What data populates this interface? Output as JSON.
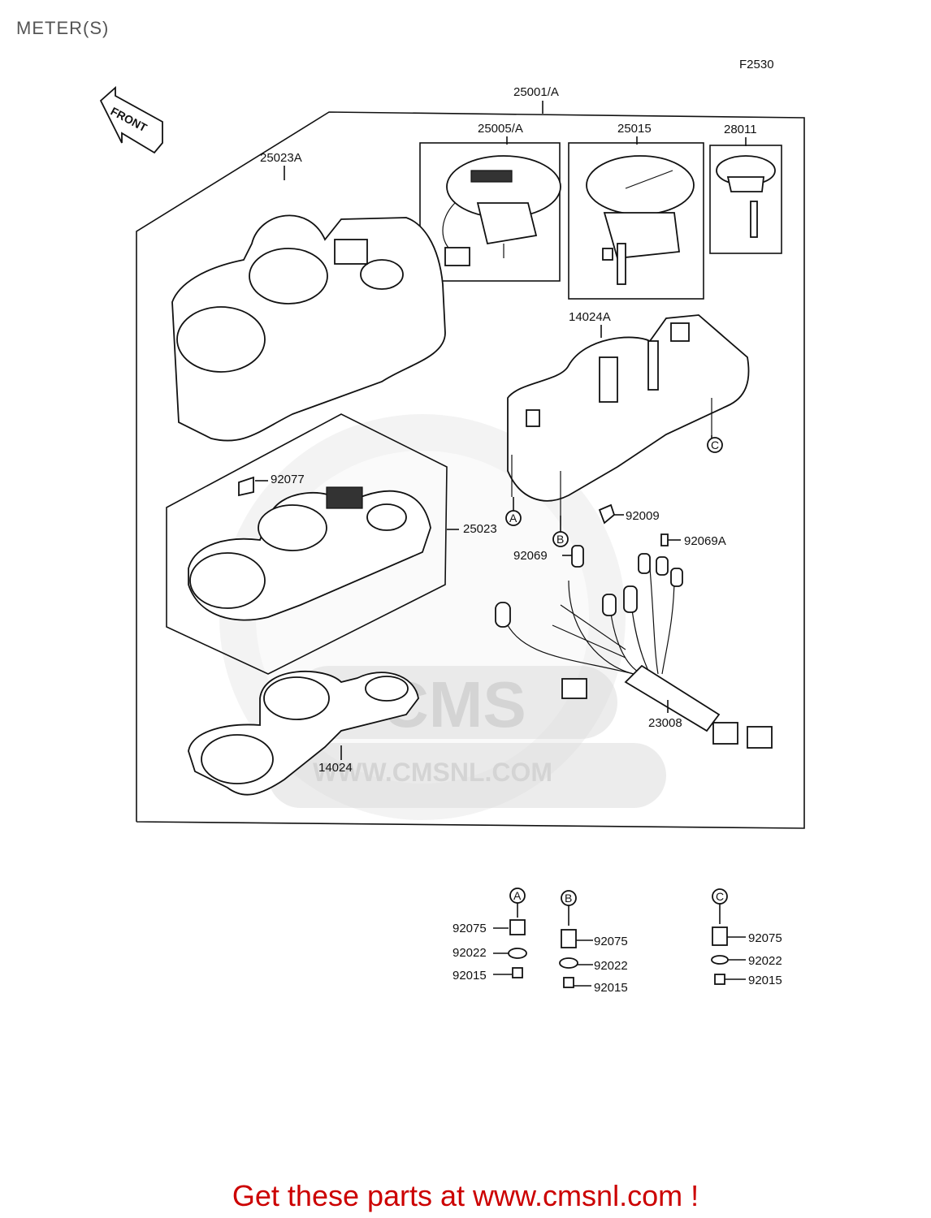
{
  "header": {
    "title": "METER(S)"
  },
  "diagram": {
    "figure_code": "F2530",
    "front_label": "FRONT",
    "part_numbers": {
      "assembly": "25001/A",
      "speedometer": "25005/A",
      "tachometer": "25015",
      "temp_gauge": "28011",
      "meter_cover": "25023A",
      "meter_case": "14024A",
      "lens_cover": "25023",
      "nut": "92077",
      "panel": "14024",
      "screw": "92009",
      "bulb_socket": "92069",
      "bulb_socket_a": "92069A",
      "harness": "23008"
    },
    "refs": {
      "a": "A",
      "b": "B",
      "c": "C"
    },
    "hardware": {
      "damper": "92075",
      "washer": "92022",
      "nut": "92015"
    }
  },
  "watermark": {
    "brand": "CMS",
    "url": "WWW.CMSNL.COM"
  },
  "footer": {
    "link_text": "Get these parts at www.cmsnl.com !",
    "link_color": "#cc0000"
  }
}
